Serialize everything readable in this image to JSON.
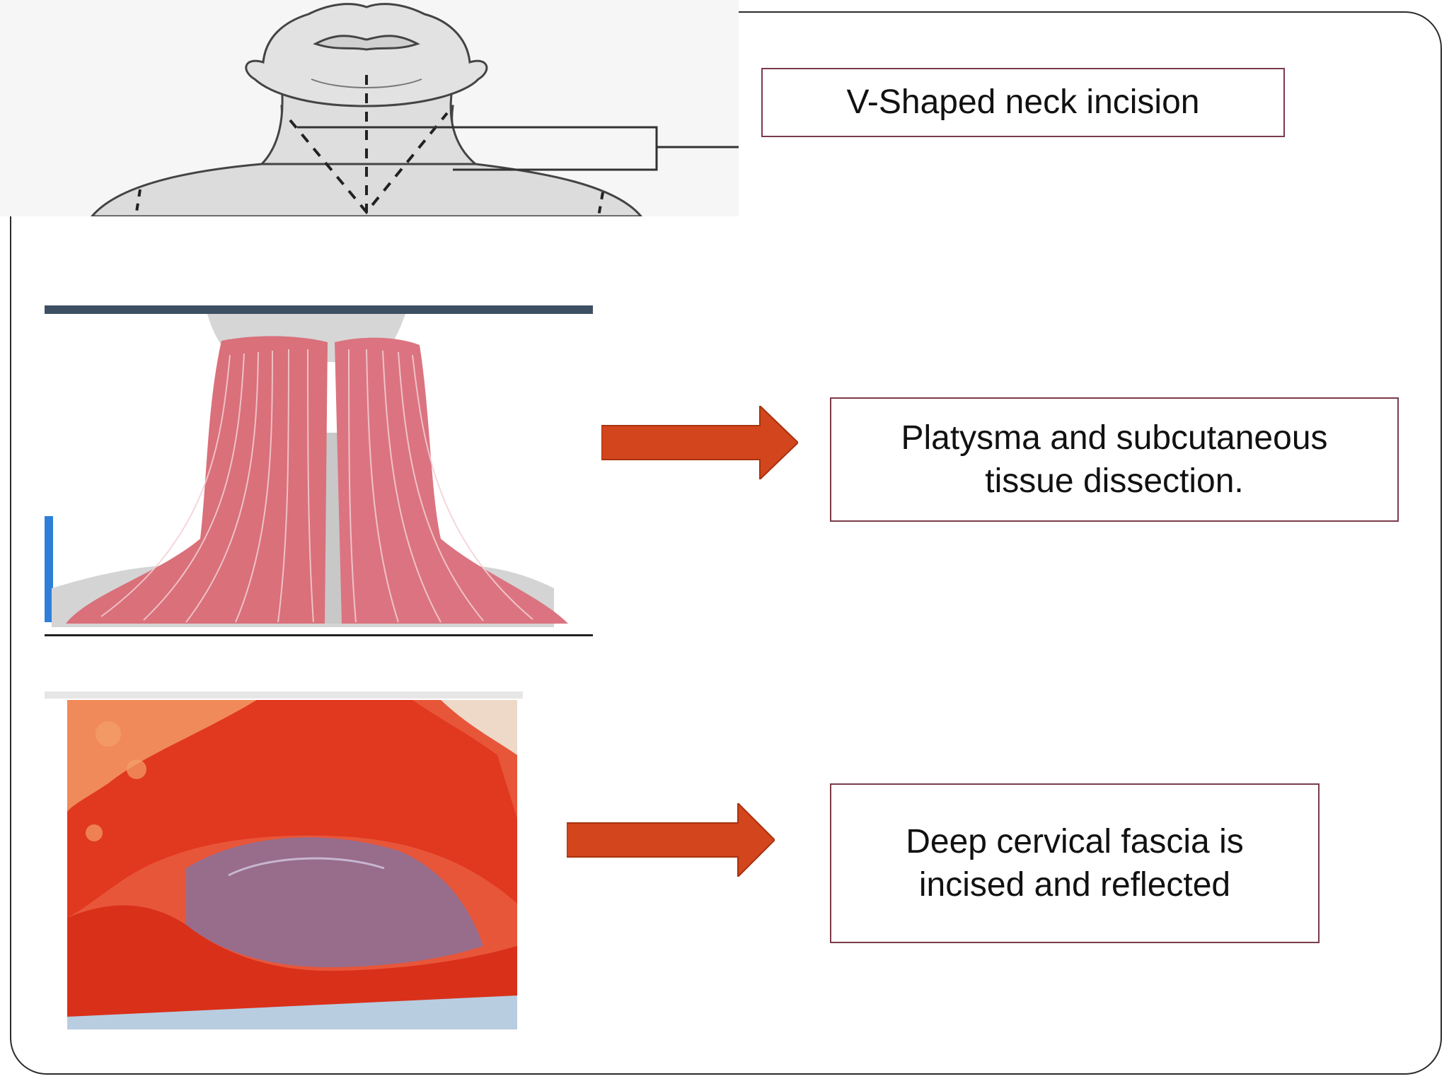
{
  "steps": [
    {
      "label": "V-Shaped neck incision",
      "image": "v-shaped-incision-diagram"
    },
    {
      "label": "Platysma and subcutaneous\ntissue dissection.",
      "image": "platysma-muscle-illustration"
    },
    {
      "label": "Deep cervical fascia is\nincised and reflected",
      "image": "surgical-field-photo"
    }
  ],
  "colors": {
    "arrow": "#d2451d",
    "box_border": "#7a3b4a",
    "frame": "#2b2b2b",
    "muscle": "#d9707a",
    "tissue": "#e0321b"
  }
}
